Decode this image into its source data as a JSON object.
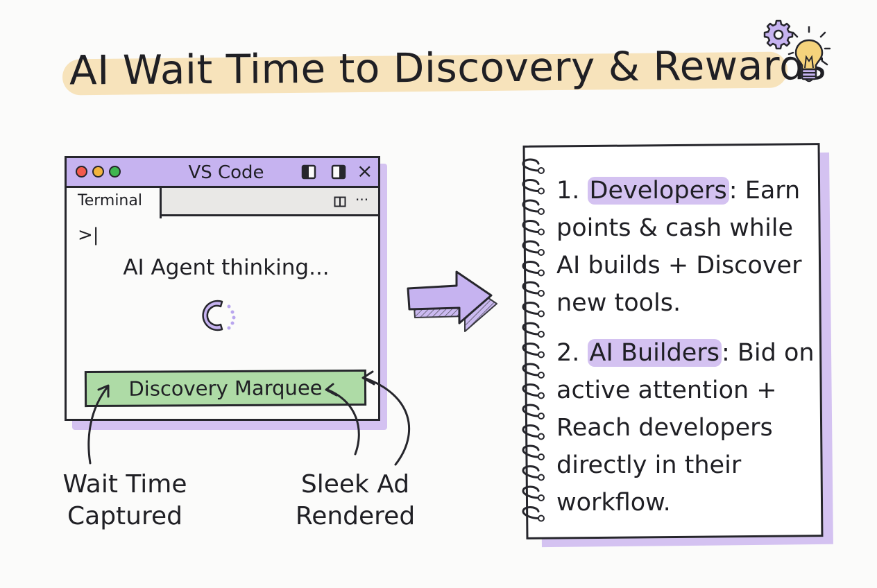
{
  "title": "AI Wait Time to Discovery & Rewards",
  "colors": {
    "accent_purple": "#c6b3f0",
    "shadow_purple": "#d4c2f1",
    "title_highlight": "#f7e3bb",
    "marquee_green": "#aedba6",
    "ink": "#26262c"
  },
  "icons": [
    "gear-icon",
    "lightbulb-icon",
    "layout-sidebar-icon",
    "layout-split-icon",
    "close-icon",
    "split-editor-icon",
    "more-icon",
    "spinner-icon",
    "right-arrow-icon"
  ],
  "window": {
    "title": "VS Code",
    "tab_label": "Terminal",
    "more_label": "···",
    "close_glyph": "×",
    "prompt": ">|",
    "status": "AI Agent thinking...",
    "marquee": "Discovery Marquee"
  },
  "annotations": {
    "left": [
      "Wait Time",
      "Captured"
    ],
    "right": [
      "Sleek Ad",
      "Rendered"
    ]
  },
  "notebook": {
    "items": [
      {
        "number": "1.",
        "role": "Developers",
        "text": ": Earn points & cash while AI builds + Discover new tools."
      },
      {
        "number": "2.",
        "role": "AI Builders",
        "text": ": Bid on active attention + Reach developers directly in their workflow."
      }
    ]
  }
}
